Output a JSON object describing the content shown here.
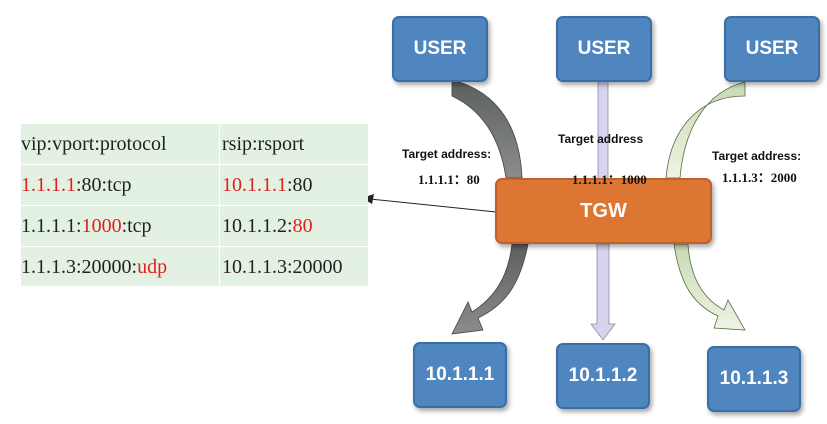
{
  "users": [
    "USER",
    "USER",
    "USER"
  ],
  "gateway": "TGW",
  "destinations": [
    "10.1.1.1",
    "10.1.1.2",
    "10.1.1.3"
  ],
  "targets": [
    {
      "label": "Target address:",
      "address": "1.1.1.1：80"
    },
    {
      "label": "Target address",
      "address": "1.1.1.1：1000"
    },
    {
      "label": "Target address:",
      "address": "1.1.1.3：2000"
    }
  ],
  "mapping_table": {
    "headers": [
      "vip:vport:protocol",
      "rsip:rsport"
    ],
    "rows": [
      {
        "vip": [
          {
            "t": "1.1.1.1",
            "red": true
          },
          {
            "t": ":80:tcp",
            "red": false
          }
        ],
        "rs": [
          {
            "t": "10.1.1.1",
            "red": true
          },
          {
            "t": ":80",
            "red": false
          }
        ]
      },
      {
        "vip": [
          {
            "t": "1.1.1.1:",
            "red": false
          },
          {
            "t": "1000",
            "red": true
          },
          {
            "t": ":tcp",
            "red": false
          }
        ],
        "rs": [
          {
            "t": "10.1.1.2:",
            "red": false
          },
          {
            "t": "80",
            "red": true
          }
        ]
      },
      {
        "vip": [
          {
            "t": "1.1.1.3:20000:",
            "red": false
          },
          {
            "t": "udp",
            "red": true
          }
        ],
        "rs": [
          {
            "t": "10.1.1.3:20000",
            "red": false
          }
        ]
      }
    ]
  },
  "colors": {
    "box_blue": "#4f86c0",
    "tgw_orange": "#dd7533",
    "table_bg": "#e3f1e3",
    "highlight_red": "#e02020",
    "arrow_gray": "#6e7270",
    "arrow_lavender": "#d6d4ee",
    "arrow_lightgreen": "#dde9c9"
  }
}
